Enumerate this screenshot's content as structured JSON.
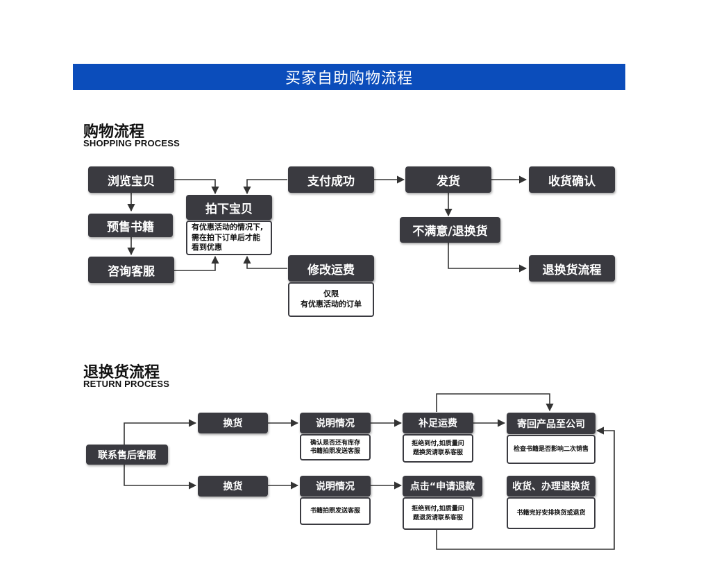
{
  "banner_title": "买家自助购物流程",
  "shopping": {
    "title": "购物流程",
    "subtitle": "SHOPPING PROCESS",
    "browse": "浏览宝贝",
    "presale": "预售书籍",
    "consult": "咨询客服",
    "place_order": "拍下宝贝",
    "order_note_1": "有优惠活动的情况下,",
    "order_note_2": "需在拍下订单后才能",
    "order_note_3": "看到优惠",
    "pay_success": "支付成功",
    "modify_shipping": "修改运费",
    "shipping_note_1": "仅限",
    "shipping_note_2": "有优惠活动的订单",
    "ship": "发货",
    "confirm_receipt": "收货确认",
    "unsatisfied": "不满意/退换货",
    "return_flow": "退换货流程"
  },
  "returns": {
    "title": "退换货流程",
    "subtitle": "RETURN PROCESS",
    "contact_service": "联系售后客服",
    "exchange_top": "换货",
    "exchange_bottom": "换货",
    "explain_top": "说明情况",
    "explain_top_note_1": "确认是否还有库存",
    "explain_top_note_2": "书籍拍照发送客服",
    "explain_bottom": "说明情况",
    "explain_bottom_note": "书籍拍照发送客服",
    "pay_shipping": "补足运费",
    "pay_shipping_note_1": "拒绝到付,如质量问",
    "pay_shipping_note_2": "题换货请联系客服",
    "click_refund": "点击“申请退款",
    "click_refund_note_1": "拒绝到付,如质量问",
    "click_refund_note_2": "题退货请联系客服",
    "send_back": "寄回产品至公司",
    "send_back_note": "检查书籍是否影响二次销售",
    "receive_process": "收货、办理退换货",
    "receive_process_note": "书籍完好安排换货或退货"
  }
}
